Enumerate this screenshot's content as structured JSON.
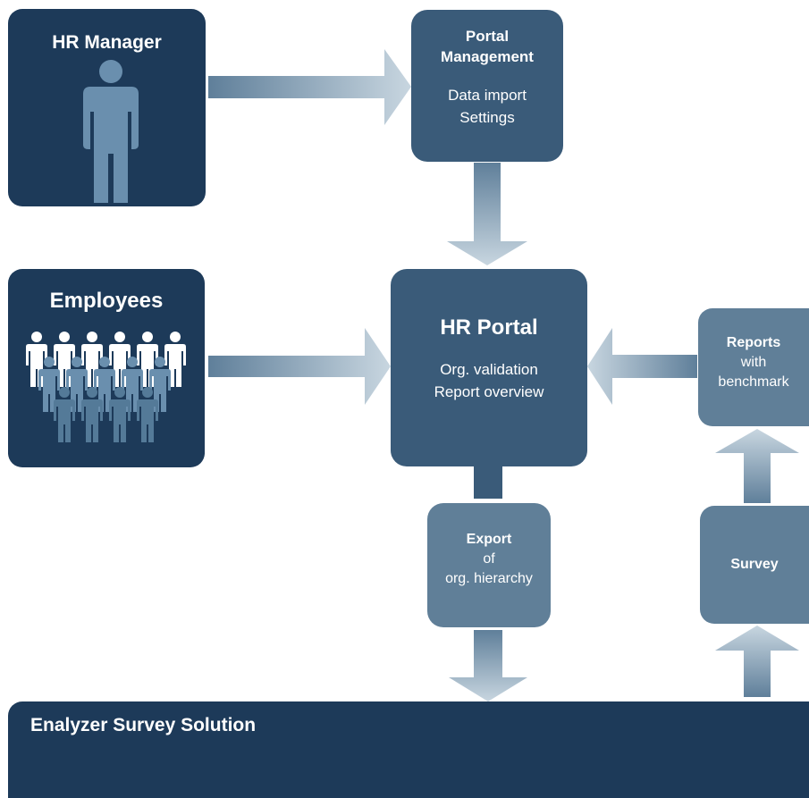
{
  "colors": {
    "dark_box": "#1d3a59",
    "mid_box": "#3a5b79",
    "light_box": "#607f98",
    "arrow_dark": "#5f7f9a",
    "arrow_light": "#c2d1dc"
  },
  "hr_manager": {
    "title": "HR Manager",
    "icon": "person-icon"
  },
  "employees": {
    "title": "Employees",
    "icon": "people-group-icon"
  },
  "portal_management": {
    "title_line1": "Portal",
    "title_line2": "Management",
    "item1": "Data import",
    "item2": "Settings"
  },
  "hr_portal": {
    "title": "HR Portal",
    "item1": "Org. validation",
    "item2": "Report overview"
  },
  "export": {
    "title": "Export",
    "line2": "of",
    "line3": "org. hierarchy"
  },
  "reports": {
    "title": "Reports",
    "line2": "with",
    "line3": "benchmark"
  },
  "survey": {
    "title": "Survey"
  },
  "solution": {
    "title": "Enalyzer Survey Solution"
  }
}
